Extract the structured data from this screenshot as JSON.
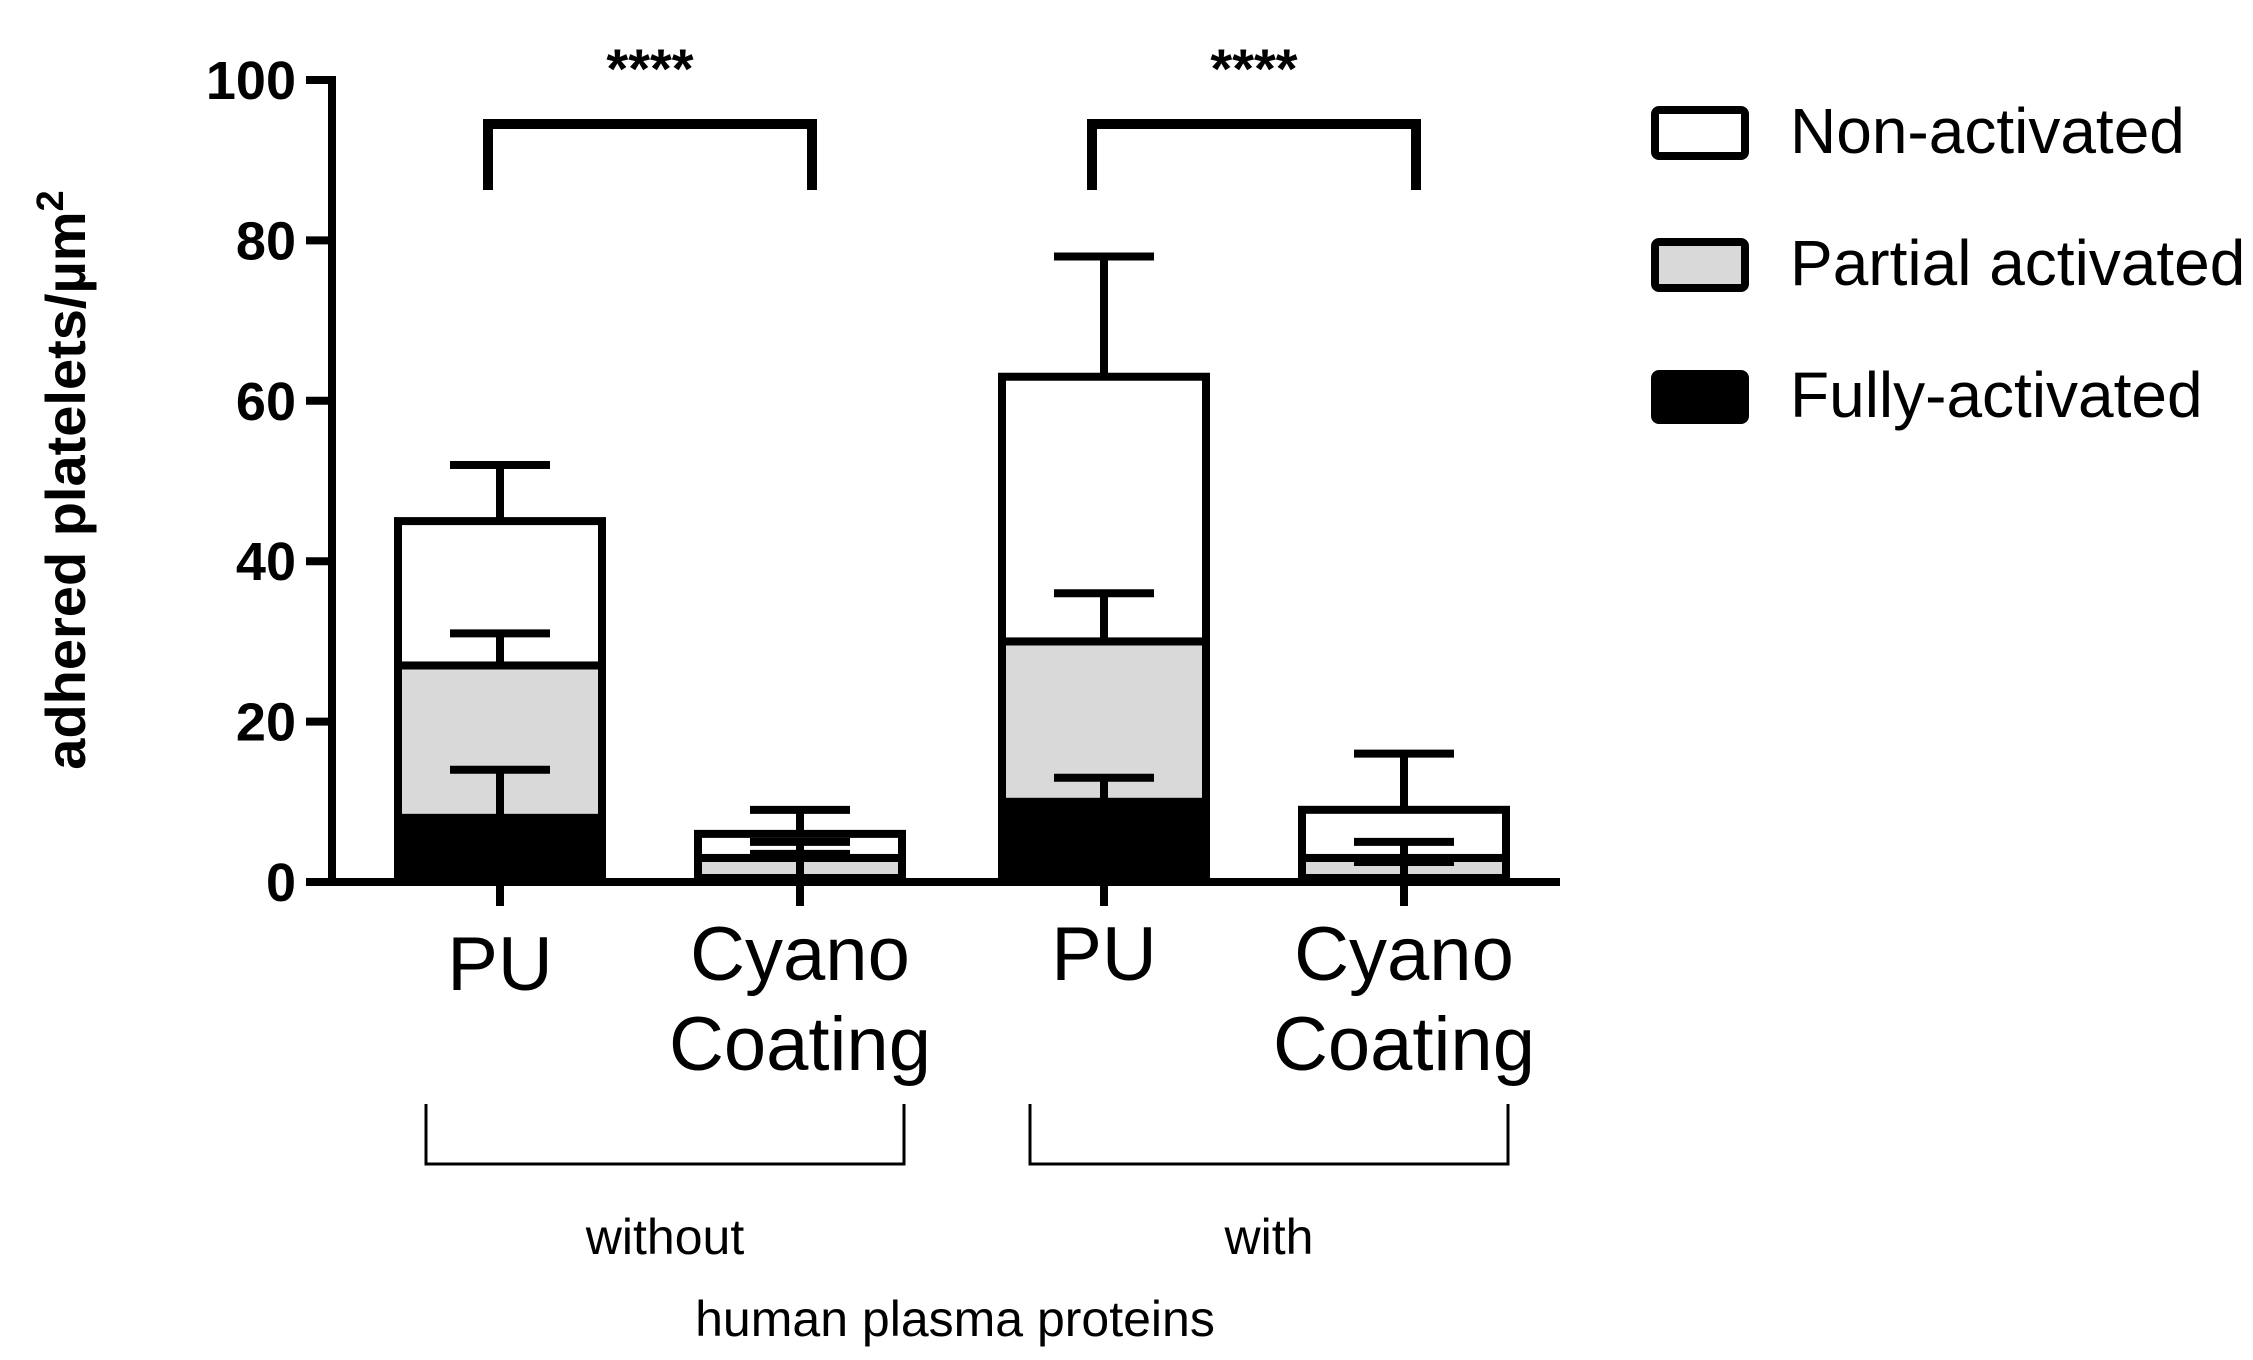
{
  "chart_data": {
    "type": "bar",
    "stacked": true,
    "categories": [
      [
        "PU"
      ],
      [
        "Cyano",
        "Coating"
      ],
      [
        "PU"
      ],
      [
        "Cyano",
        "Coating"
      ]
    ],
    "groups": [
      {
        "label": "without",
        "categories": [
          0,
          1
        ]
      },
      {
        "label": "with",
        "categories": [
          2,
          3
        ]
      }
    ],
    "group_axis_label": "human plasma proteins",
    "series": [
      {
        "name": "Fully-activated",
        "color": "#000000",
        "values": [
          8,
          0.5,
          10,
          0.5
        ],
        "errors": [
          6,
          3,
          3,
          2
        ]
      },
      {
        "name": "Partial activated",
        "color": "#d9d9d9",
        "values": [
          19,
          2.5,
          20,
          2.5
        ],
        "errors": [
          4,
          2,
          6,
          2
        ]
      },
      {
        "name": "Non-activated",
        "color": "#ffffff",
        "values": [
          18,
          3,
          33,
          6
        ],
        "errors": [
          7,
          3,
          15,
          7
        ]
      }
    ],
    "ylabel": "adhered platelets/µm",
    "ylabel_superscript": "2",
    "ylim": [
      0,
      100
    ],
    "yticks": [
      "0",
      "20",
      "40",
      "60",
      "80",
      "100"
    ],
    "annotations": [
      {
        "text": "****",
        "between": [
          0,
          1
        ]
      },
      {
        "text": "****",
        "between": [
          2,
          3
        ]
      }
    ],
    "legend_position": "top-right",
    "grid": false
  }
}
